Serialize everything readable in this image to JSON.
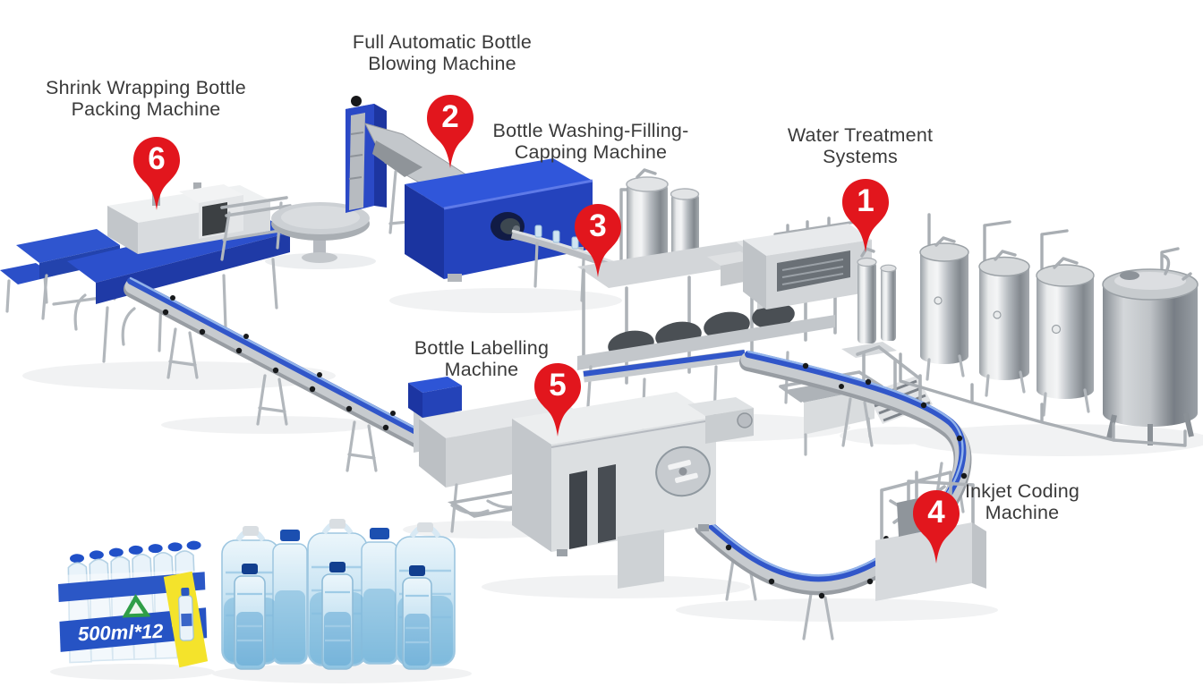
{
  "diagram": {
    "type": "production-line-infographic",
    "subject": "Complete bottled water production line",
    "background_color": "#ffffff",
    "pin_color": "#e2161d",
    "machine_blue": "#2b4ed2",
    "steel_gray": "#c9cdd1",
    "conveyor_blue": "#3156c9",
    "stations": [
      {
        "number": "1",
        "name": "Water Treatment\nSystems"
      },
      {
        "number": "2",
        "name": "Full Automatic Bottle\nBlowing Machine"
      },
      {
        "number": "3",
        "name": "Bottle Washing-Filling-\nCapping Machine"
      },
      {
        "number": "4",
        "name": "Inkjet Coding\nMachine"
      },
      {
        "number": "5",
        "name": "Bottle Labelling\nMachine"
      },
      {
        "number": "6",
        "name": "Shrink Wrapping Bottle\nPacking Machine"
      }
    ],
    "products": {
      "pack_label": "500ml*12"
    }
  }
}
